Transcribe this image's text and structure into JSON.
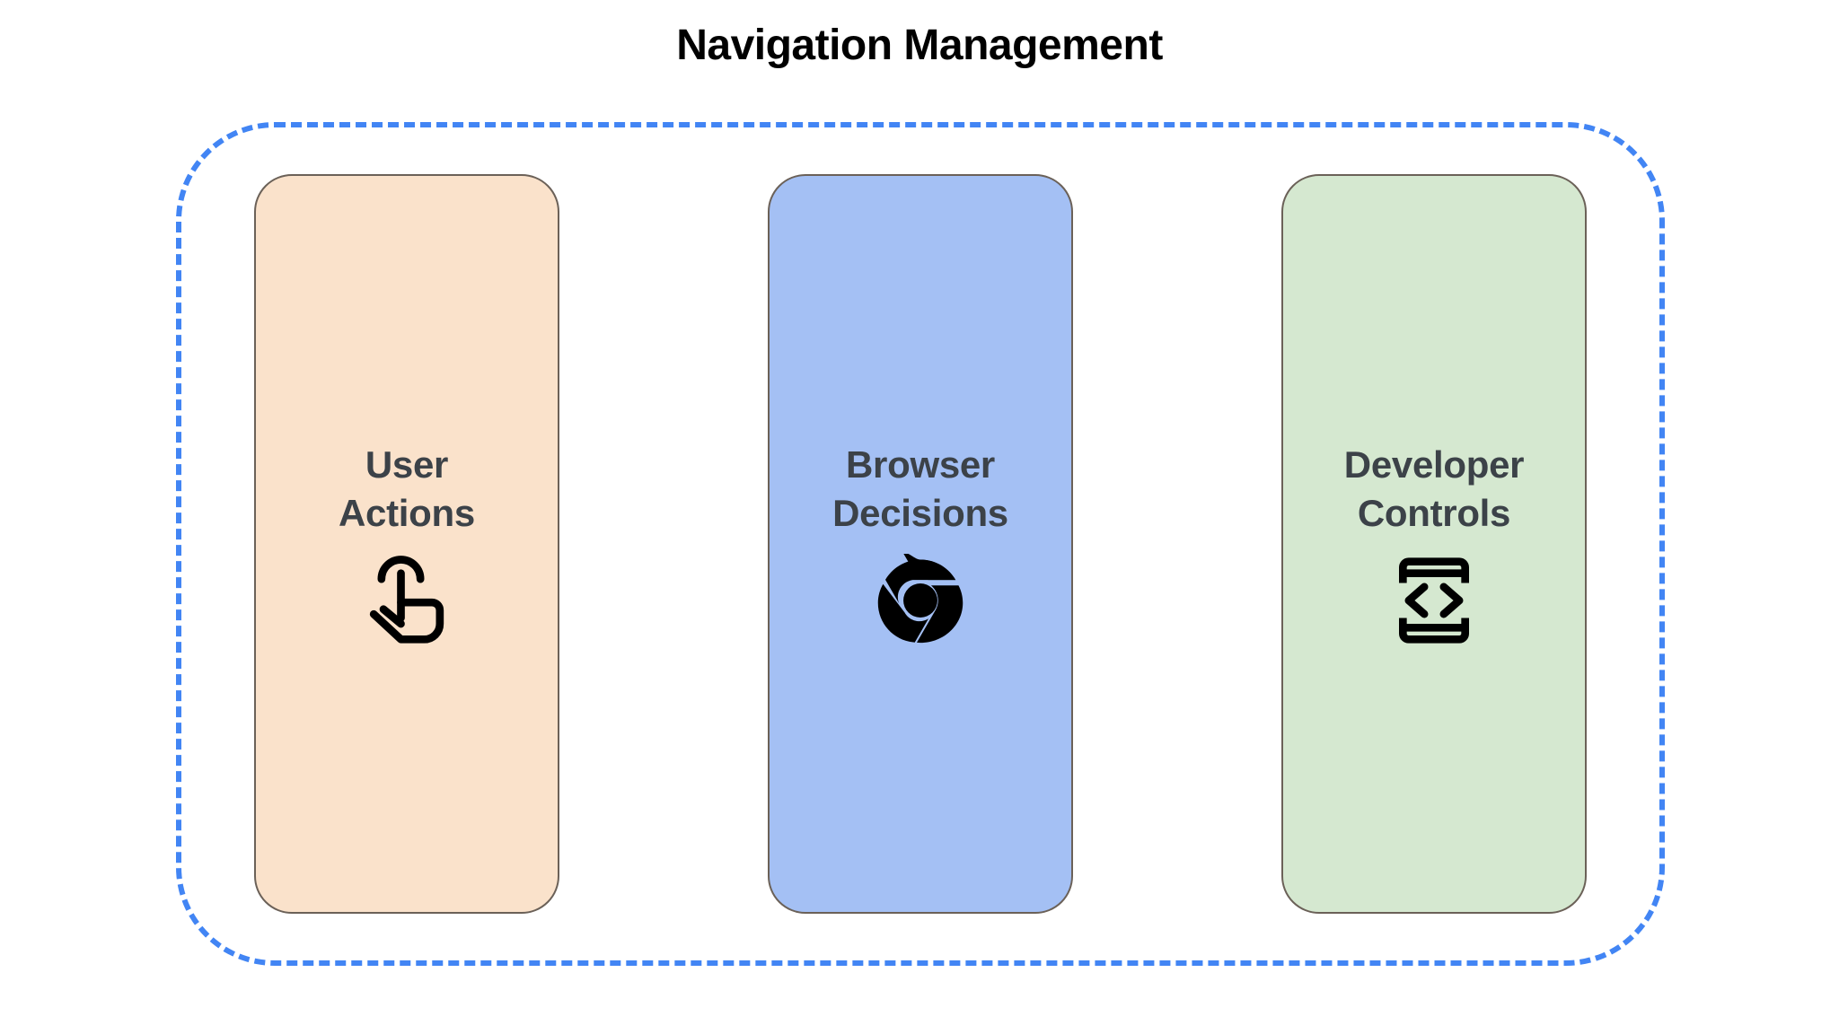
{
  "page": {
    "title": "Navigation Management",
    "background_color": "#FFFFFF",
    "title_color": "#000000"
  },
  "group_container": {
    "name": "navigation-management-group",
    "border_style": "dashed",
    "border_color": "#4285F4"
  },
  "cards": [
    {
      "id": "user-actions",
      "label": "User\nActions",
      "background_color": "#FAE2CB",
      "border_color": "#6B6158",
      "text_color": "#3C4248",
      "icon": "touch-tap-gesture-icon",
      "icon_color": "#000000"
    },
    {
      "id": "browser-decisions",
      "label": "Browser\nDecisions",
      "background_color": "#A4C0F4",
      "border_color": "#6B6158",
      "text_color": "#3C4248",
      "icon": "chrome-browser-icon",
      "icon_color": "#000000"
    },
    {
      "id": "developer-controls",
      "label": "Developer\nControls",
      "background_color": "#D5E8D0",
      "border_color": "#6B6158",
      "text_color": "#3C4248",
      "icon": "developer-mode-code-icon",
      "icon_color": "#000000"
    }
  ]
}
